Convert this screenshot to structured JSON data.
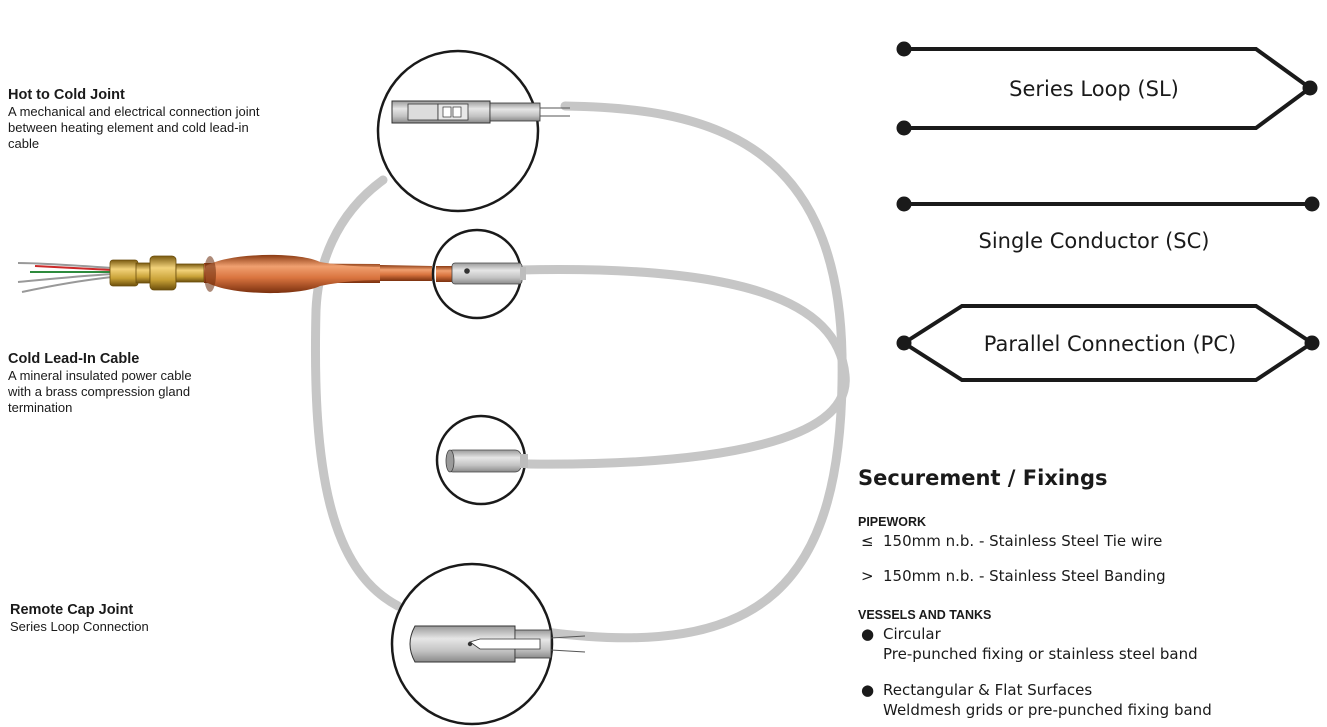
{
  "callouts": {
    "hot_to_cold": {
      "title": "Hot to Cold Joint",
      "desc": [
        "A mechanical and electrical connection joint",
        "between heating element and cold lead-in",
        "cable"
      ]
    },
    "cold_lead_in": {
      "title": "Cold Lead-In Cable",
      "desc": [
        "A mineral insulated power cable",
        "with a brass compression gland",
        "termination"
      ]
    },
    "remote_cap": {
      "title": "Remote Cap Joint",
      "desc": [
        "Series Loop Connection"
      ]
    }
  },
  "connections": {
    "series_loop": "Series Loop (SL)",
    "single_conductor": "Single Conductor (SC)",
    "parallel_connection": "Parallel Connection (PC)"
  },
  "fixings": {
    "heading": "Securement / Fixings",
    "pipework": {
      "label": "PIPEWORK",
      "items": [
        {
          "symbol": "≤",
          "text": "150mm n.b. - Stainless Steel Tie wire"
        },
        {
          "symbol": ">",
          "text": "150mm n.b. - Stainless Steel Banding"
        }
      ]
    },
    "vessels": {
      "label": "VESSELS AND TANKS",
      "items": [
        {
          "symbol": "●",
          "title": "Circular",
          "text": "Pre-punched fixing or stainless steel band"
        },
        {
          "symbol": "●",
          "title": "Rectangular & Flat Surfaces",
          "text": "Weldmesh grids or pre-punched fixing band"
        }
      ]
    }
  },
  "colors": {
    "cable_grey": "#c6c6c6",
    "copper": "#d9743f",
    "brass": "#c8a136",
    "outline": "#1a1a1a"
  }
}
